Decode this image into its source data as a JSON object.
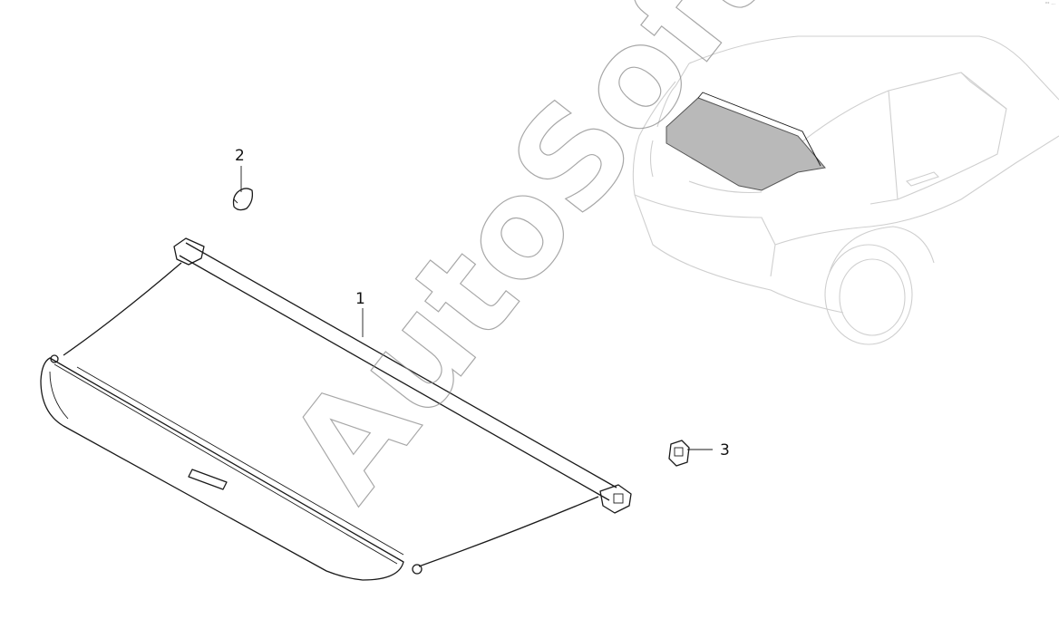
{
  "callouts": {
    "part1": "1",
    "part2": "2",
    "part3": "3"
  },
  "watermark": "AutoSoft",
  "corner_mark": "°° ···",
  "colors": {
    "line": "#1a1a1a",
    "ghost_vehicle": "#cfcfcf",
    "highlight_fill": "#b9b9b9",
    "watermark_stroke": "#8a8a8a"
  }
}
